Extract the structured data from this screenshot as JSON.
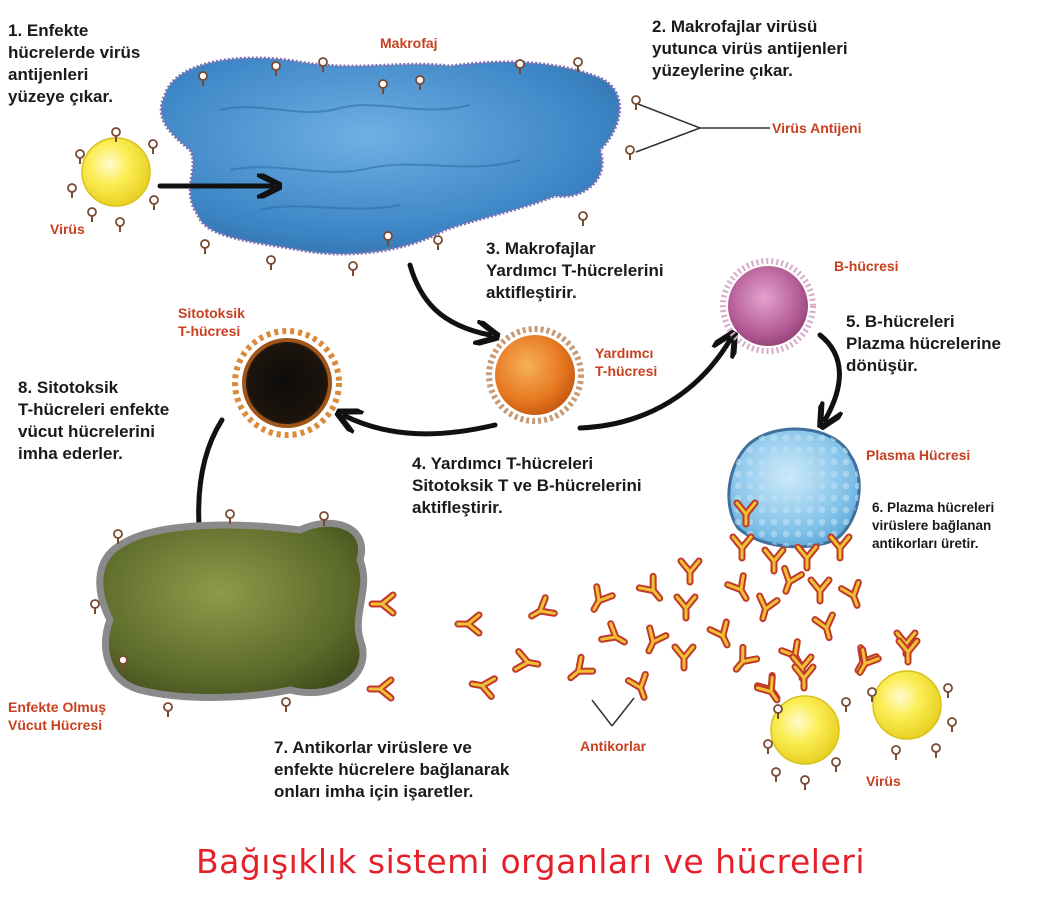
{
  "caption": "Bağışıklık sistemi organları ve hücreleri",
  "labels": {
    "makrofaj": "Makrofaj",
    "virus_antijeni": "Virüs Antijeni",
    "virus_left": "Virüs",
    "virus_right": "Virüs",
    "b_hucresi": "B-hücresi",
    "sitotoksik": "Sitotoksik\nT-hücresi",
    "yardimci": "Yardımcı\nT-hücresi",
    "plasma": "Plasma Hücresi",
    "enfekte": "Enfekte Olmuş\nVücut Hücresi",
    "antikorlar": "Antikorlar"
  },
  "steps": [
    {
      "id": "step-1",
      "text": "1. Enfekte\nhücrelerde virüs\nantijenleri\nyüzeye çıkar."
    },
    {
      "id": "step-2",
      "text": "2. Makrofajlar virüsü\nyutunca virüs antijenleri\nyüzeylerine çıkar."
    },
    {
      "id": "step-3",
      "text": "3. Makrofajlar\nYardımcı T-hücrelerini\naktifleştirir."
    },
    {
      "id": "step-4",
      "text": "4. Yardımcı T-hücreleri\nSitotoksik T ve B-hücrelerini\naktifleştirir."
    },
    {
      "id": "step-5",
      "text": "5. B-hücreleri\nPlazma hücrelerine\ndönüşür."
    },
    {
      "id": "step-6",
      "text": "6. Plazma hücreleri\nvirüslere bağlanan\nantikorları üretir."
    },
    {
      "id": "step-7",
      "text": "7. Antikorlar virüslere ve\nenfekte hücrelere bağlanarak\nonları imha için işaretler."
    },
    {
      "id": "step-8",
      "text": "8. Sitotoksik\nT-hücreleri enfekte\nvücut hücrelerini\nimha ederler."
    }
  ],
  "colors": {
    "macrophage": "#3f87c6",
    "virus": "#f6e43a",
    "helper_t": "#e6761e",
    "b_cell": "#b35a94",
    "plasma": "#7fc0e8",
    "infected": "#5c6a2a",
    "antibody": "#c0392b",
    "label": "#c8401f",
    "caption": "#e4202a"
  }
}
